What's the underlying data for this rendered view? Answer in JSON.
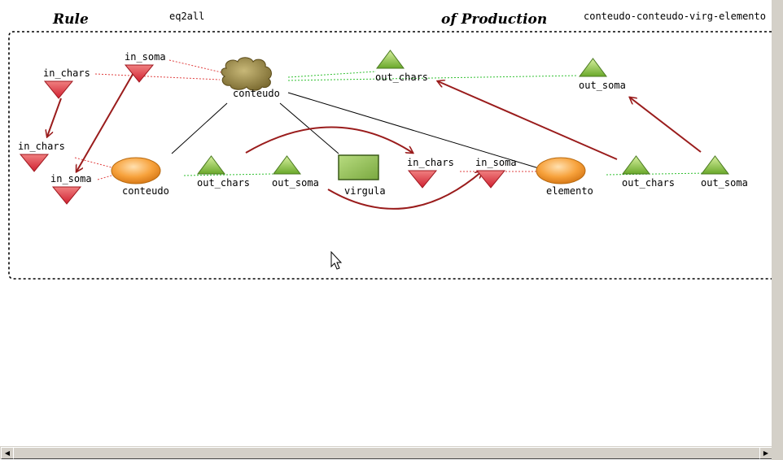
{
  "header": {
    "rule_label": "Rule",
    "rule_name": "eq2all",
    "production_label": "of Production",
    "production_name": "conteudo-conteudo-virg-elemento"
  },
  "nodes": {
    "lhs_conteudo": "conteudo",
    "lhs_in_chars": "in_chars",
    "lhs_in_soma": "in_soma",
    "lhs_out_chars": "out_chars",
    "lhs_out_soma": "out_soma",
    "rhs_in_chars": "in_chars",
    "rhs_in_soma": "in_soma",
    "rhs_conteudo": "conteudo",
    "rhs_out_chars": "out_chars",
    "rhs_out_soma": "out_soma",
    "virgula": "virgula",
    "in_chars_2": "in_chars",
    "in_soma_2": "in_soma",
    "elemento": "elemento",
    "out_chars_2": "out_chars",
    "out_soma_2": "out_soma"
  },
  "colors": {
    "inherited_fill": "#e8404c",
    "synthesized_fill": "#8cc63a",
    "symbol_fill": "#f7a23c",
    "terminal_fill": "#99c05c",
    "lhs_fill": "#8c7c3c",
    "arrow": "#9a1c1c",
    "dotted_red": "#e04040",
    "dotted_green": "#30c030"
  },
  "icons": {
    "cursor": "mouse-pointer-icon",
    "scroll_left": "arrow-left-icon",
    "scroll_right": "arrow-right-icon"
  }
}
